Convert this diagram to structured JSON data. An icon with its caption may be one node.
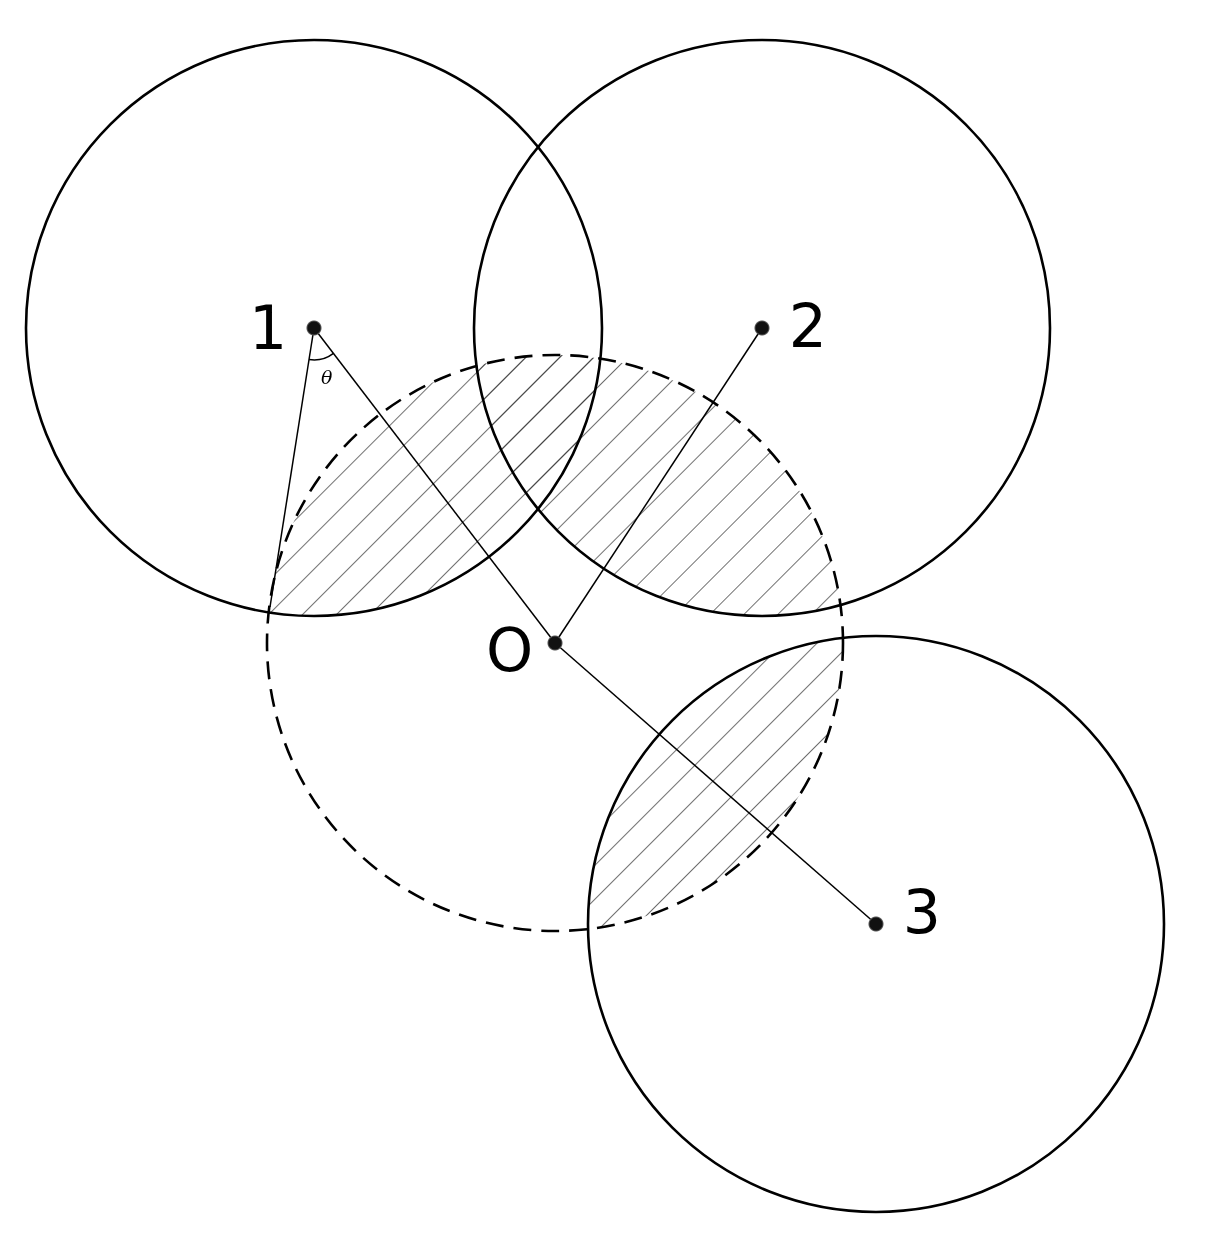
{
  "diagram": {
    "nodes": [
      {
        "text": [
          "1"
        ]
      },
      {
        "text": [
          "2"
        ]
      },
      {
        "text": [
          "O"
        ]
      },
      {
        "text": [
          "3"
        ]
      }
    ],
    "edges": [
      {
        "from": 0,
        "to": 2,
        "arrow": "none"
      },
      {
        "from": 1,
        "to": 2,
        "arrow": "none"
      },
      {
        "from": 2,
        "to": 3,
        "arrow": "none"
      },
      {
        "from": 0,
        "to": null,
        "arrow": "none"
      }
    ],
    "labels": [
      "θ"
    ]
  }
}
